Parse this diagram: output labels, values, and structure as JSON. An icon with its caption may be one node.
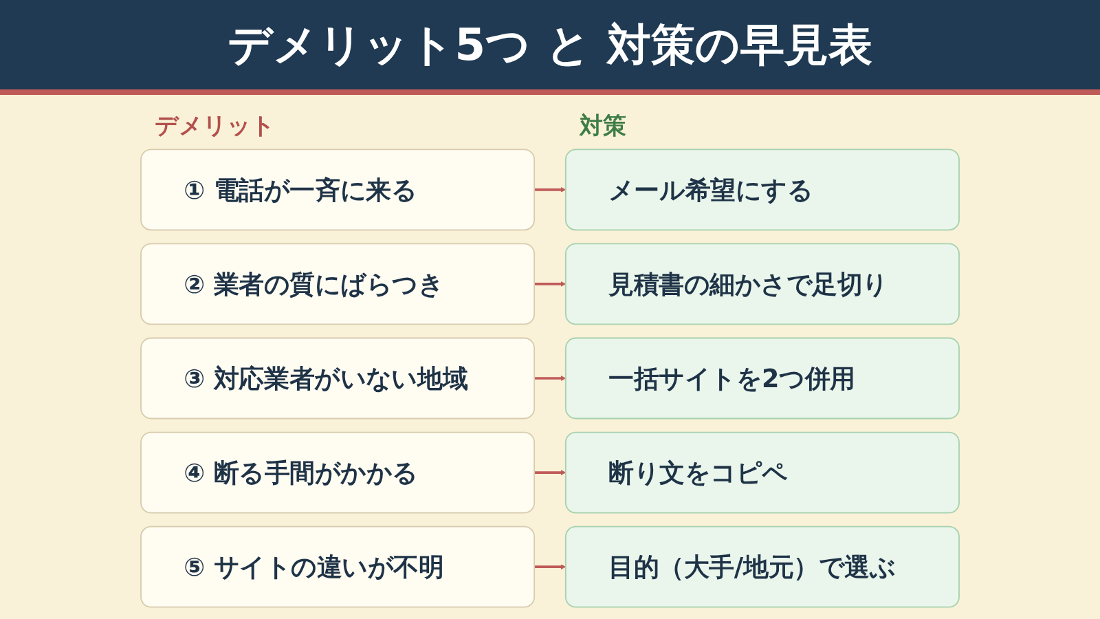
{
  "diagram": {
    "title": "デメリット5つ と 対策の早見表",
    "nodes": [
      {
        "text": [
          "① 電話が一斉に来る"
        ]
      },
      {
        "text": [
          "メール希望にする"
        ]
      },
      {
        "text": [
          "② 業者の質にばらつき"
        ]
      },
      {
        "text": [
          "見積書の細かさで足切り"
        ]
      },
      {
        "text": [
          "③ 対応業者がいない地域"
        ]
      },
      {
        "text": [
          "一括サイトを2つ併用"
        ]
      },
      {
        "text": [
          "④ 断る手間がかかる"
        ]
      },
      {
        "text": [
          "断り文をコピペ"
        ]
      },
      {
        "text": [
          "⑤ サイトの違いが不明"
        ]
      },
      {
        "text": [
          "目的（大手/地元）で選ぶ"
        ]
      }
    ],
    "edges": [
      {
        "from": 0,
        "to": 1,
        "arrow": "to"
      },
      {
        "from": 2,
        "to": 3,
        "arrow": "to"
      },
      {
        "from": 4,
        "to": 5,
        "arrow": "to"
      },
      {
        "from": 6,
        "to": 7,
        "arrow": "to"
      },
      {
        "from": 8,
        "to": 9,
        "arrow": "to"
      }
    ],
    "labels": [
      "デメリット",
      "対策"
    ]
  }
}
